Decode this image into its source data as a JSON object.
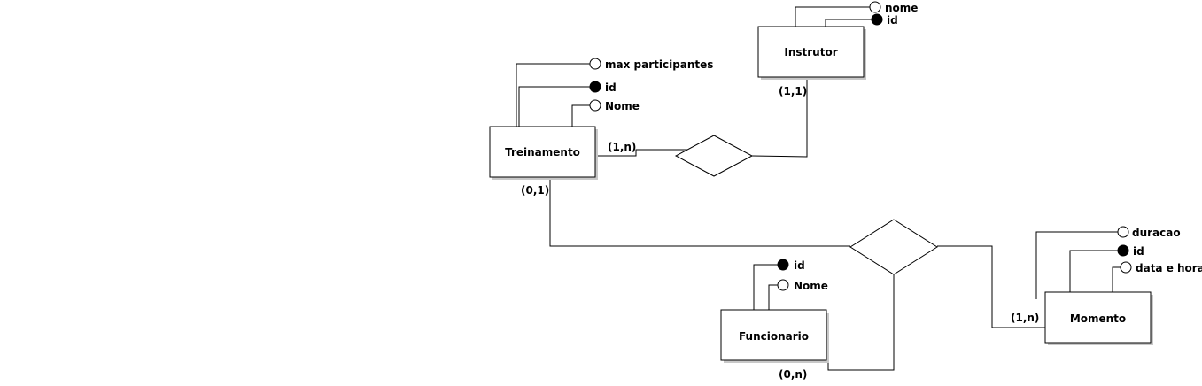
{
  "entities": {
    "treinamento": "Treinamento",
    "instrutor": "Instrutor",
    "funcionario": "Funcionario",
    "momento": "Momento"
  },
  "attributes": {
    "treinamento": [
      {
        "label": "max participantes",
        "key": false
      },
      {
        "label": "id",
        "key": true
      },
      {
        "label": "Nome",
        "key": false
      }
    ],
    "instrutor": [
      {
        "label": "nome",
        "key": false
      },
      {
        "label": "id",
        "key": true
      }
    ],
    "funcionario": [
      {
        "label": "id",
        "key": true
      },
      {
        "label": "Nome",
        "key": false
      }
    ],
    "momento": [
      {
        "label": "duracao",
        "key": false
      },
      {
        "label": "id",
        "key": true
      },
      {
        "label": "data e hora",
        "key": false
      }
    ]
  },
  "cardinalities": {
    "instrutor": "(1,1)",
    "treinamento_rel1": "(1,n)",
    "treinamento_rel2": "(0,1)",
    "funcionario": "(0,n)",
    "momento": "(1,n)"
  }
}
